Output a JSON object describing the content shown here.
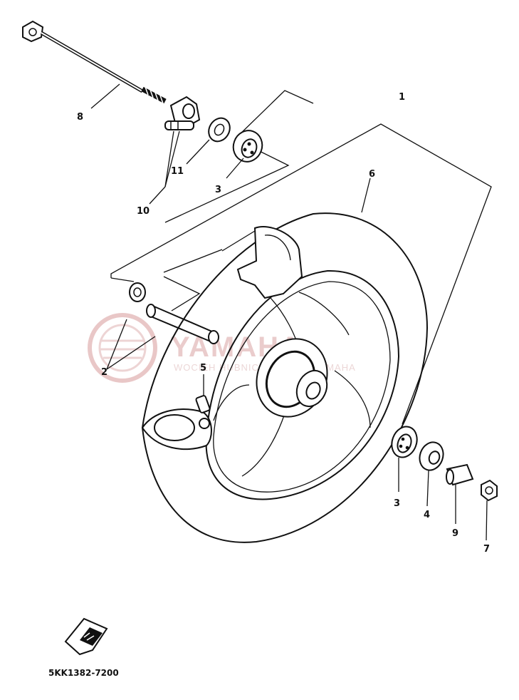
{
  "callouts": {
    "c1": "1",
    "c2": "2",
    "c3a": "3",
    "c3b": "3",
    "c4": "4",
    "c5": "5",
    "c6": "6",
    "c7": "7",
    "c8": "8",
    "c9": "9",
    "c10": "10",
    "c11": "11"
  },
  "part_code": "5KK1382-7200",
  "watermark": {
    "name": "YAMAHA",
    "tagline": "WOCIEH HUBNICZ DEALER YAMAHA"
  },
  "icons": {
    "direction_marker": "front-arrow-icon",
    "watermark_logo": "yamaha-tuning-fork-logo"
  }
}
